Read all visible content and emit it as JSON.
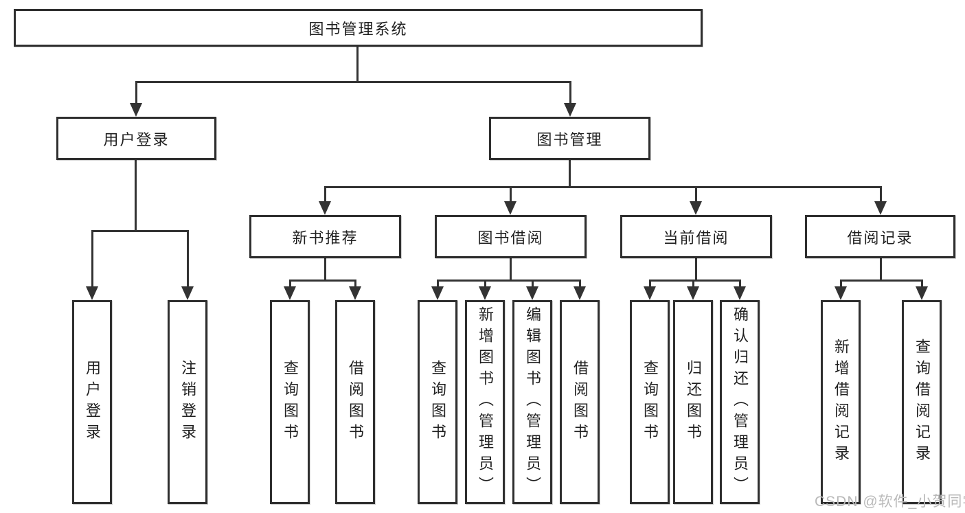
{
  "tree": {
    "root": "图书管理系统",
    "branches": [
      {
        "label": "用户登录",
        "children": [
          "用户登录",
          "注销登录"
        ]
      },
      {
        "label": "图书管理",
        "sections": [
          {
            "label": "新书推荐",
            "children": [
              "查询图书",
              "借阅图书"
            ]
          },
          {
            "label": "图书借阅",
            "children": [
              "查询图书",
              "新增图书（管理员）",
              "编辑图书（管理员）",
              "借阅图书"
            ]
          },
          {
            "label": "当前借阅",
            "children": [
              "查询图书",
              "归还图书",
              "确认归还（管理员）"
            ]
          },
          {
            "label": "借阅记录",
            "children": [
              "新增借阅记录",
              "查询借阅记录"
            ]
          }
        ]
      }
    ]
  },
  "watermark": {
    "text": "CSDN @软件_小贺同学",
    "color": "#b9b9b9"
  },
  "colors": {
    "box_border": "#2f2f2f",
    "connector": "#333333",
    "text": "#1f1f1f",
    "background": "#ffffff"
  }
}
